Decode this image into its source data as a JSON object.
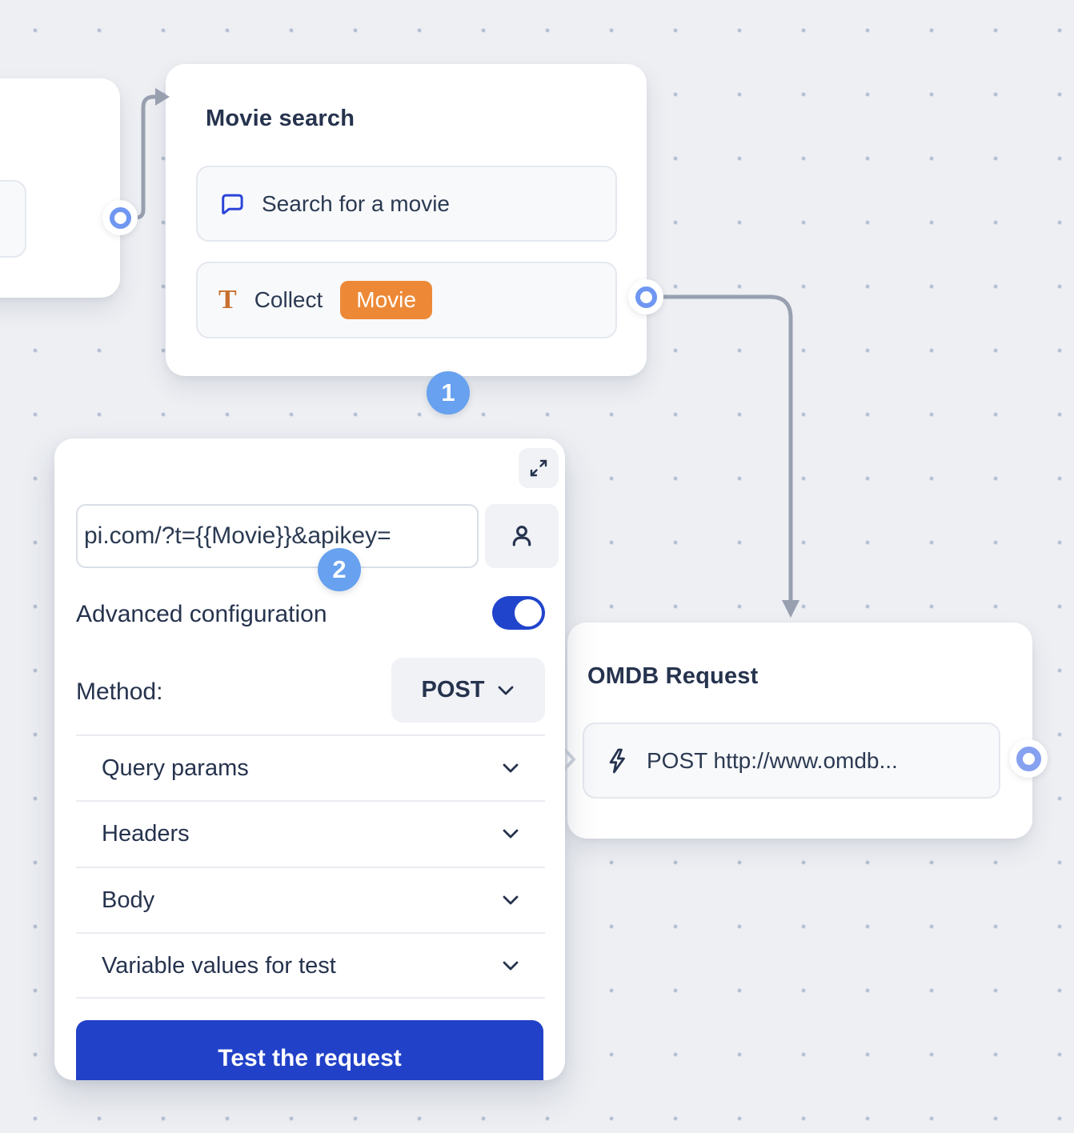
{
  "colors": {
    "canvas_bg": "#edeff3",
    "accent_blue": "#2b44d8",
    "royal_blue": "#2141c8",
    "toggle_blue": "#2044cb",
    "step_badge_blue": "#67a1ef",
    "connector_blue": "#7b9cf2",
    "orange_badge": "#ED8936",
    "navy_text": "#26334e",
    "line_gray": "#98a0b0"
  },
  "movie_node": {
    "title": "Movie search",
    "items": [
      {
        "icon": "chat-bubble-icon",
        "label": "Search for a movie"
      },
      {
        "icon": "text-input-icon",
        "label": "Collect",
        "variable": "Movie"
      }
    ],
    "step_badge": "1"
  },
  "editor_panel": {
    "url_value": "pi.com/?t={{Movie}}&apikey=",
    "step_badge": "2",
    "advanced_label": "Advanced configuration",
    "advanced_on": true,
    "method_label": "Method:",
    "method_value": "POST",
    "sections": [
      "Query params",
      "Headers",
      "Body",
      "Variable values for test"
    ],
    "test_button_label": "Test the request",
    "icons": {
      "expand": "expand-icon",
      "assign": "person-icon"
    }
  },
  "omdb_node": {
    "title": "OMDB Request",
    "item": {
      "icon": "lightning-icon",
      "label": "POST http://www.omdb..."
    }
  }
}
